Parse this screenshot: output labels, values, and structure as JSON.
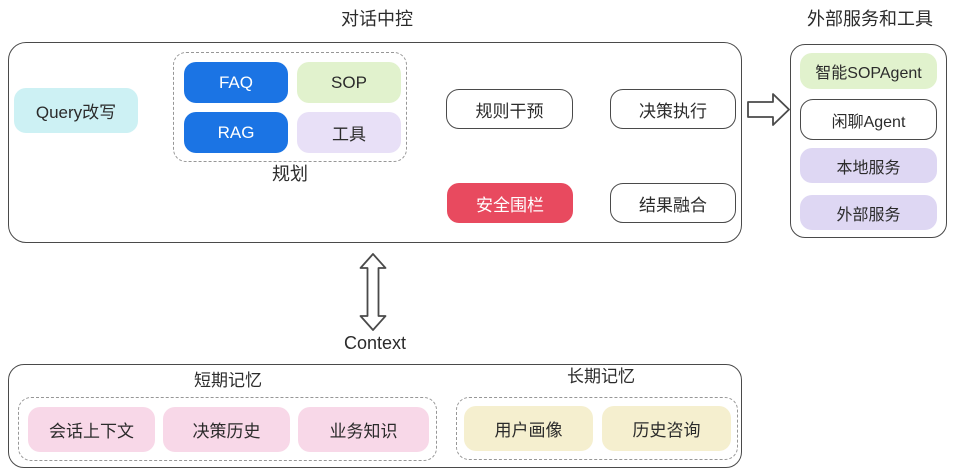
{
  "title": "对话中控",
  "control_box": {
    "query_rewrite": "Query改写",
    "planning": {
      "label": "规划",
      "items": [
        "FAQ",
        "SOP",
        "RAG",
        "工具"
      ]
    },
    "rule_intervention": "规则干预",
    "decision_execution": "决策执行",
    "result_fusion": "结果融合",
    "safety_fence": "安全围栏"
  },
  "external_panel": {
    "title": "外部服务和工具",
    "items": [
      "智能SOPAgent",
      "闲聊Agent",
      "本地服务",
      "外部服务"
    ]
  },
  "context_label": "Context",
  "memory_box": {
    "short_term": {
      "title": "短期记忆",
      "items": [
        "会话上下文",
        "决策历史",
        "业务知识"
      ]
    },
    "long_term": {
      "title": "长期记忆",
      "items": [
        "用户画像",
        "历史咨询"
      ]
    }
  },
  "colors": {
    "cyan": "#cdf1f4",
    "blue": "#1b74e4",
    "light_green": "#e1f2cd",
    "lavender": "#e8e0f7",
    "purple": "#ded7f3",
    "red": "#e84a5f",
    "pink": "#f8d8e8",
    "cream": "#f5efcf",
    "border": "#4a4a4a",
    "text": "#2b2b2b"
  }
}
